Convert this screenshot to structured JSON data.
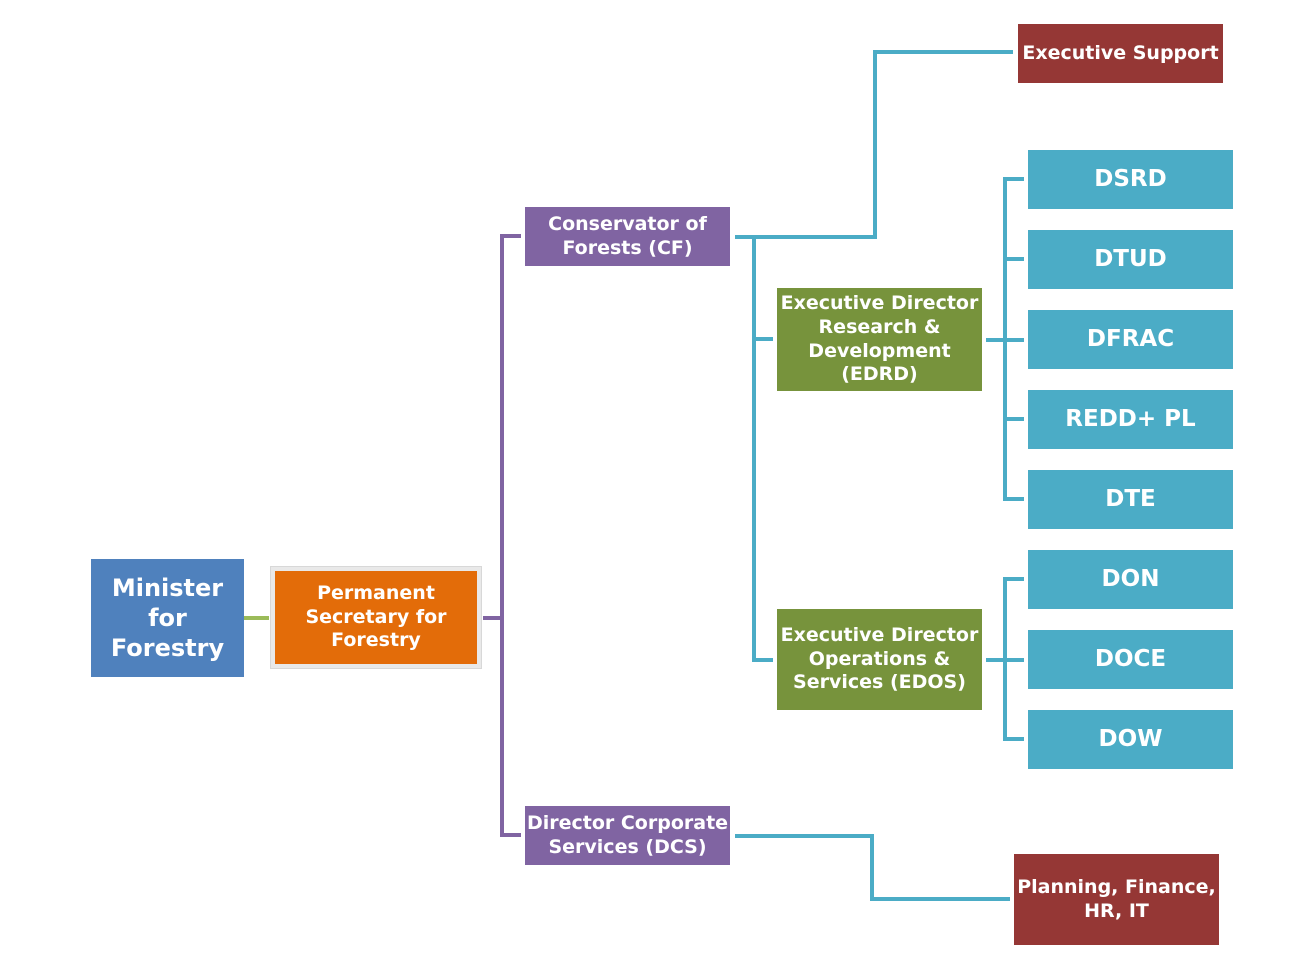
{
  "colors": {
    "minister": "#4f81bd",
    "secretary": "#e36c09",
    "director": "#8064a2",
    "executive": "#77933c",
    "division": "#4bacc6",
    "support": "#953735",
    "line_green": "#9bbb59",
    "line_purple": "#8064a2",
    "line_teal": "#4bacc6"
  },
  "nodes": {
    "minister": "Minister for\nForestry",
    "secretary": "Permanent\nSecretary for\nForestry",
    "conservator": "Conservator of\nForests (CF)",
    "dcs": "Director Corporate\nServices (DCS)",
    "exec_support": "Executive Support",
    "edrd": "Executive Director\nResearch &\nDevelopment\n(EDRD)",
    "edos": "Executive Director\nOperations &\nServices (EDOS)",
    "dsrd": "DSRD",
    "dtud": "DTUD",
    "dfrac": "DFRAC",
    "redd": "REDD+ PL",
    "dte": "DTE",
    "don": "DON",
    "doce": "DOCE",
    "dow": "DOW",
    "planning": "Planning, Finance,\nHR, IT"
  }
}
